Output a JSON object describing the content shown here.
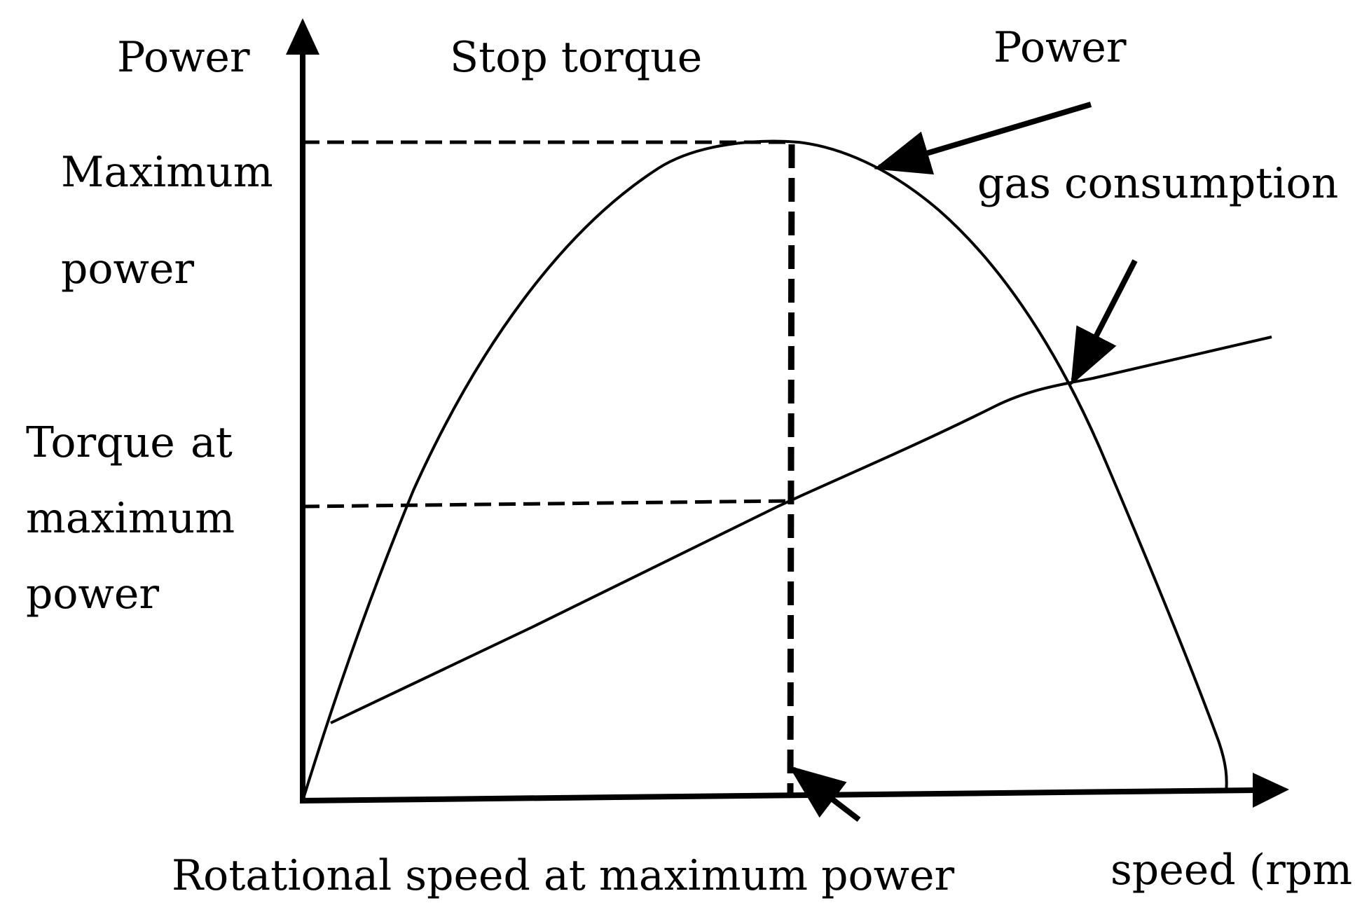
{
  "labels": {
    "y_axis_title": "Power",
    "stop_torque": "Stop torque",
    "power_curve": "Power",
    "gas_consumption": "gas consumption",
    "maximum_power_line1": "Maximum",
    "maximum_power_line2": "power",
    "torque_line1": "Torque",
    "torque_line2": "at",
    "torque_line3": "maximum",
    "torque_line4": "power",
    "rotational_speed": "Rotational speed at maximum power",
    "x_axis_title": "speed (rpm)"
  },
  "colors": {
    "ink": "#000000",
    "background": "#ffffff"
  }
}
